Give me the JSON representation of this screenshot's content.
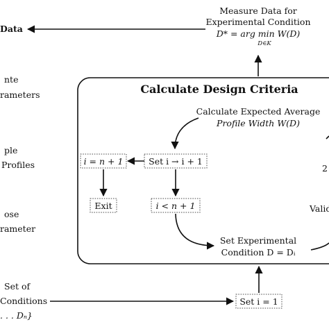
{
  "output": {
    "label": "Data"
  },
  "measure": {
    "line1": "Measure Data for",
    "line2": "Experimental Condition",
    "formula": "D* = arg min W(D)",
    "subscript": "D∈K"
  },
  "criteria": {
    "title": "Calculate Design Criteria",
    "calc_line1": "Calculate Expected Average",
    "calc_line2": "Profile Width W(D)",
    "set_i_inc": "Set i → i + 1",
    "i_eq": "i = n + 1",
    "exit": "Exit",
    "i_lt": "i < n + 1",
    "set_cond_line1": "Set Experimental",
    "set_cond_line2": "Condition D = Dᵢ",
    "right_partial_1": "2",
    "right_partial_2": "Valid"
  },
  "left_labels": {
    "l1a": "nte",
    "l1b": "rameters",
    "l2a": "ple",
    "l2b": "Profiles",
    "l3a": "ose",
    "l3b": "rameter",
    "l4a": "Set of",
    "l4b": "Conditions",
    "l4c": ". . . Dₙ}"
  },
  "start": {
    "label": "Set i = 1"
  }
}
